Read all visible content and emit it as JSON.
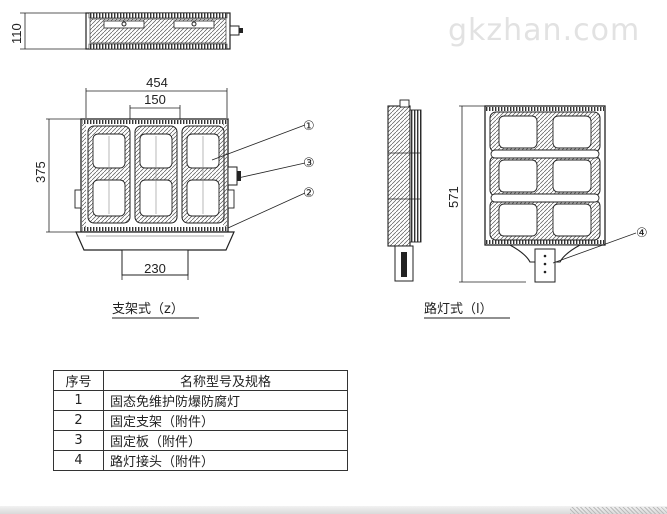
{
  "watermark": "gkzhan.com",
  "dimensions": {
    "top_height": "110",
    "front_width": "454",
    "front_inner_width": "150",
    "front_height": "375",
    "bracket_width": "230",
    "pole_height": "571"
  },
  "callouts": [
    "①",
    "②",
    "③",
    "④"
  ],
  "captions": {
    "bracket": "支架式（z）",
    "pole": "路灯式（l）"
  },
  "parts_table": {
    "header": {
      "no": "序号",
      "name": "名称型号及规格"
    },
    "rows": [
      {
        "no": "1",
        "name": "固态免维护防爆防腐灯"
      },
      {
        "no": "2",
        "name": "固定支架（附件）"
      },
      {
        "no": "3",
        "name": "固定板（附件）"
      },
      {
        "no": "4",
        "name": "路灯接头（附件）"
      }
    ]
  }
}
